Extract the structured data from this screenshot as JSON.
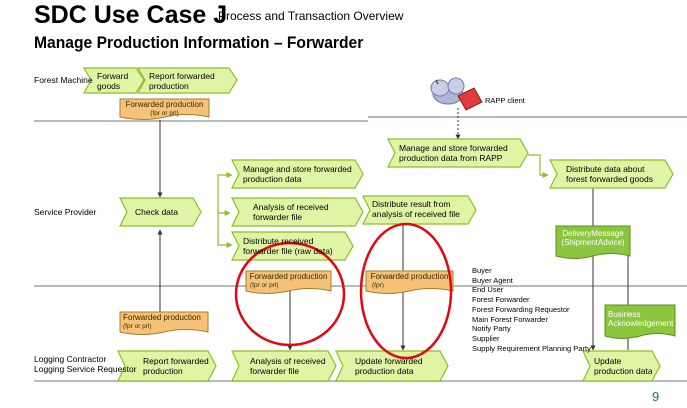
{
  "header": {
    "title": "SDC Use Case J",
    "subtitle": "Process and Transaction Overview",
    "heading": "Manage Production Information – Forwarder"
  },
  "lanes": {
    "forest_machine": "Forest Machine",
    "service_provider": "Service Provider",
    "logging_contractor": "Logging Contractor",
    "logging_service_requestor": "Logging Service Requestor"
  },
  "processes": {
    "forward_goods": "Forward\ngoods",
    "report_forwarded_top": "Report forwarded\nproduction",
    "check_data": "Check data",
    "manage_store": "Manage and store forwarded\nproduction data",
    "analysis_received": "Analysis of received\nforwarder file",
    "distribute_result": "Distribute result from\nanalysis of received file",
    "distribute_raw": "Distribute received\nforwarder file (raw data)",
    "manage_store_rapp": "Manage and store forwarded\nproduction data from RAPP",
    "distribute_data_about": "Distribute data about\nforest forwarded goods",
    "report_forwarded_bottom": "Report forwarded\nproduction",
    "analysis_bottom": "Analysis of received\nforwarder file",
    "update_forwarded": "Update forwarded\nproduction data",
    "update_production": "Update\nproduction data"
  },
  "documents": {
    "fp_top": {
      "title": "Forwarded production",
      "sub": "(fpr or prl)"
    },
    "fp_left": {
      "title": "Forwarded production",
      "sub": "(fpr or prl)"
    },
    "fp_mid": {
      "title": "Forwarded production",
      "sub": "(fpr or prl)"
    },
    "fp_right": {
      "title": "Forwarded production",
      "sub": "(fpr)"
    },
    "delivery_message": "DeliveryMessage\n(ShipmentAdvice)",
    "business_ack": "Business\nAcknowledgement"
  },
  "rapp_client": "RAPP client",
  "roles": [
    "Buyer",
    "Buyer Agent",
    "End User",
    "Forest Forwarder",
    "Forest Forwarding Requestor",
    "Main Forest Forwarder",
    "Notify Party",
    "Supplier",
    "Supply Requirement Planning Party"
  ],
  "page_number": "9",
  "colors": {
    "process_fill": "#dff5a6",
    "process_stroke": "#8cbf26",
    "document_fill": "#f5c27a",
    "document_stroke": "#b07a24",
    "green_doc_fill": "#8cc63e",
    "lane_line": "#9aaa9a",
    "highlight": "#e30613"
  }
}
